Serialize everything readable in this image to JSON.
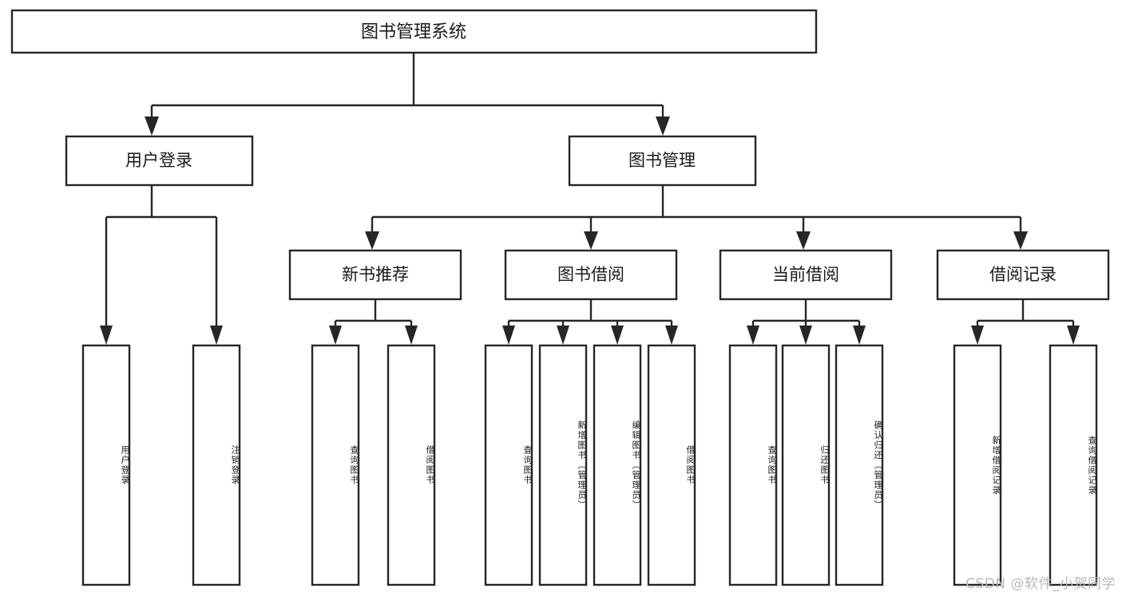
{
  "diagram": {
    "type": "hierarchy-tree",
    "title": "图书管理系统",
    "root": {
      "id": "root",
      "label": "图书管理系统"
    },
    "level2": [
      {
        "id": "user-login",
        "label": "用户登录"
      },
      {
        "id": "book-manage",
        "label": "图书管理"
      }
    ],
    "level3": [
      {
        "id": "new-book-recommend",
        "label": "新书推荐",
        "parent": "book-manage"
      },
      {
        "id": "book-borrow",
        "label": "图书借阅",
        "parent": "book-manage"
      },
      {
        "id": "current-borrow",
        "label": "当前借阅",
        "parent": "book-manage"
      },
      {
        "id": "borrow-record",
        "label": "借阅记录",
        "parent": "book-manage"
      }
    ],
    "leaves": {
      "user-login": [
        {
          "id": "leaf-user-login",
          "label": "用户登录"
        },
        {
          "id": "leaf-logout",
          "label": "注销登录"
        }
      ],
      "new-book-recommend": [
        {
          "id": "leaf-query-book-1",
          "label": "查询图书"
        },
        {
          "id": "leaf-borrow-book-1",
          "label": "借阅图书"
        }
      ],
      "book-borrow": [
        {
          "id": "leaf-query-book-2",
          "label": "查询图书"
        },
        {
          "id": "leaf-add-book",
          "label": "新增图书（管理员）"
        },
        {
          "id": "leaf-edit-book",
          "label": "编辑图书（管理员）"
        },
        {
          "id": "leaf-borrow-book-2",
          "label": "借阅图书"
        }
      ],
      "current-borrow": [
        {
          "id": "leaf-query-book-3",
          "label": "查询图书"
        },
        {
          "id": "leaf-return-book",
          "label": "归还图书"
        },
        {
          "id": "leaf-confirm-return",
          "label": "确认归还（管理员）"
        }
      ],
      "borrow-record": [
        {
          "id": "leaf-add-record",
          "label": "新增借阅记录"
        },
        {
          "id": "leaf-query-record",
          "label": "查询借阅记录"
        }
      ]
    },
    "colors": {
      "box_fill": "#ffffff",
      "box_stroke": "#262626",
      "text": "#1a1a1a",
      "background": "#ffffff",
      "watermark": "#b8b8b8"
    }
  },
  "watermark": {
    "text": "CSDN @软件_小贺同学"
  }
}
